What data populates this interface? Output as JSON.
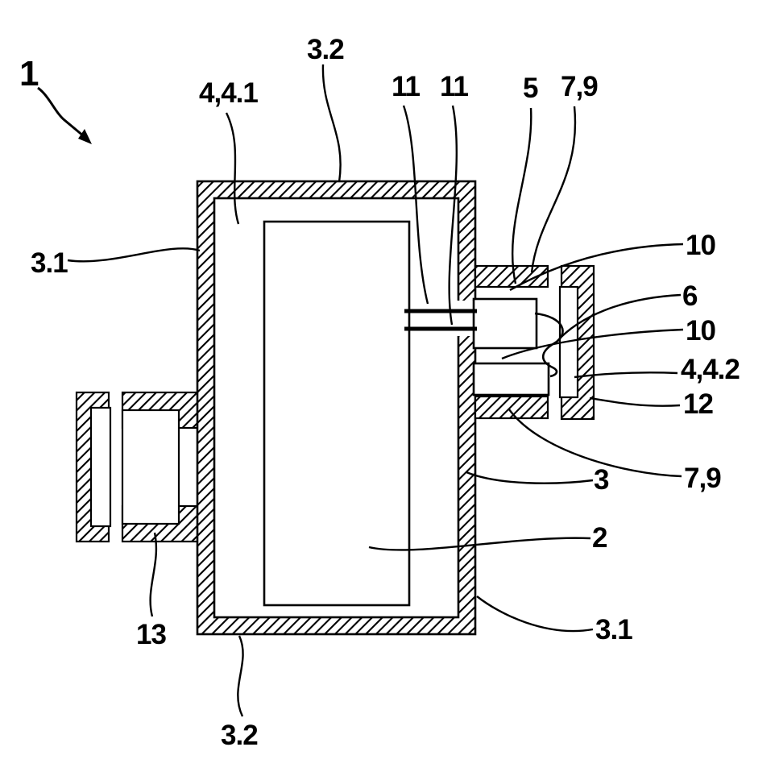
{
  "figure": {
    "type": "patent-cross-section-diagram",
    "background_color": "#ffffff",
    "line_color": "#000000",
    "labels": [
      {
        "id": "ref-1",
        "text": "1"
      },
      {
        "id": "ref-3_2-top",
        "text": "3.2"
      },
      {
        "id": "ref-4_4_1",
        "text": "4,4.1"
      },
      {
        "id": "ref-11-left",
        "text": "11"
      },
      {
        "id": "ref-11-right",
        "text": "11"
      },
      {
        "id": "ref-5",
        "text": "5"
      },
      {
        "id": "ref-7_9-top",
        "text": "7,9"
      },
      {
        "id": "ref-10-upper",
        "text": "10"
      },
      {
        "id": "ref-6",
        "text": "6"
      },
      {
        "id": "ref-10-lower",
        "text": "10"
      },
      {
        "id": "ref-4_4_2",
        "text": "4,4.2"
      },
      {
        "id": "ref-12",
        "text": "12"
      },
      {
        "id": "ref-7_9-bottom",
        "text": "7,9"
      },
      {
        "id": "ref-3",
        "text": "3"
      },
      {
        "id": "ref-2",
        "text": "2"
      },
      {
        "id": "ref-3_1-left",
        "text": "3.1"
      },
      {
        "id": "ref-3_1-bottom",
        "text": "3.1"
      },
      {
        "id": "ref-13",
        "text": "13"
      },
      {
        "id": "ref-3_2-bottom",
        "text": "3.2"
      }
    ]
  }
}
